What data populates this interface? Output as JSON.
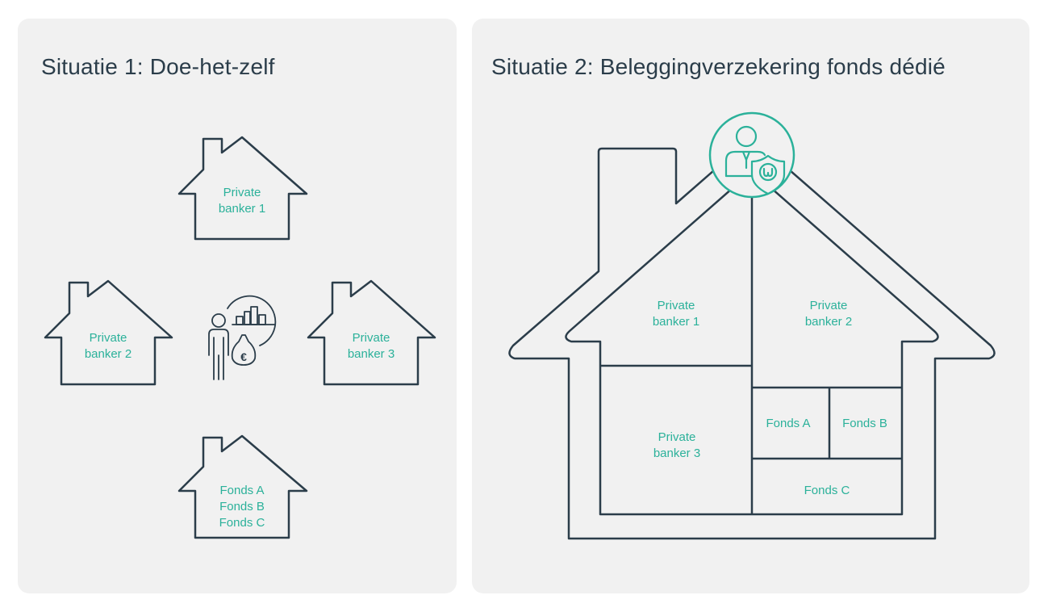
{
  "panel1": {
    "title": "Situatie 1: Doe-het-zelf",
    "house_top": [
      "Private",
      "banker 1"
    ],
    "house_left": [
      "Private",
      "banker 2"
    ],
    "house_right": [
      "Private",
      "banker 3"
    ],
    "house_bottom": [
      "Fonds A",
      "Fonds B",
      "Fonds C"
    ],
    "center_icon": "investor-with-money-bag-icon"
  },
  "panel2": {
    "title": "Situatie 2: Beleggingverzekering fonds dédié",
    "room_pb1": [
      "Private",
      "banker 1"
    ],
    "room_pb2": [
      "Private",
      "banker 2"
    ],
    "room_pb3": [
      "Private",
      "banker 3"
    ],
    "room_fa": "Fonds A",
    "room_fb": "Fonds B",
    "room_fc": "Fonds C",
    "badge_icon": "advisor-with-shield-icon"
  },
  "colors": {
    "accent": "#2bb19a",
    "line": "#2b3d4a",
    "panel_bg": "#f1f1f1"
  }
}
